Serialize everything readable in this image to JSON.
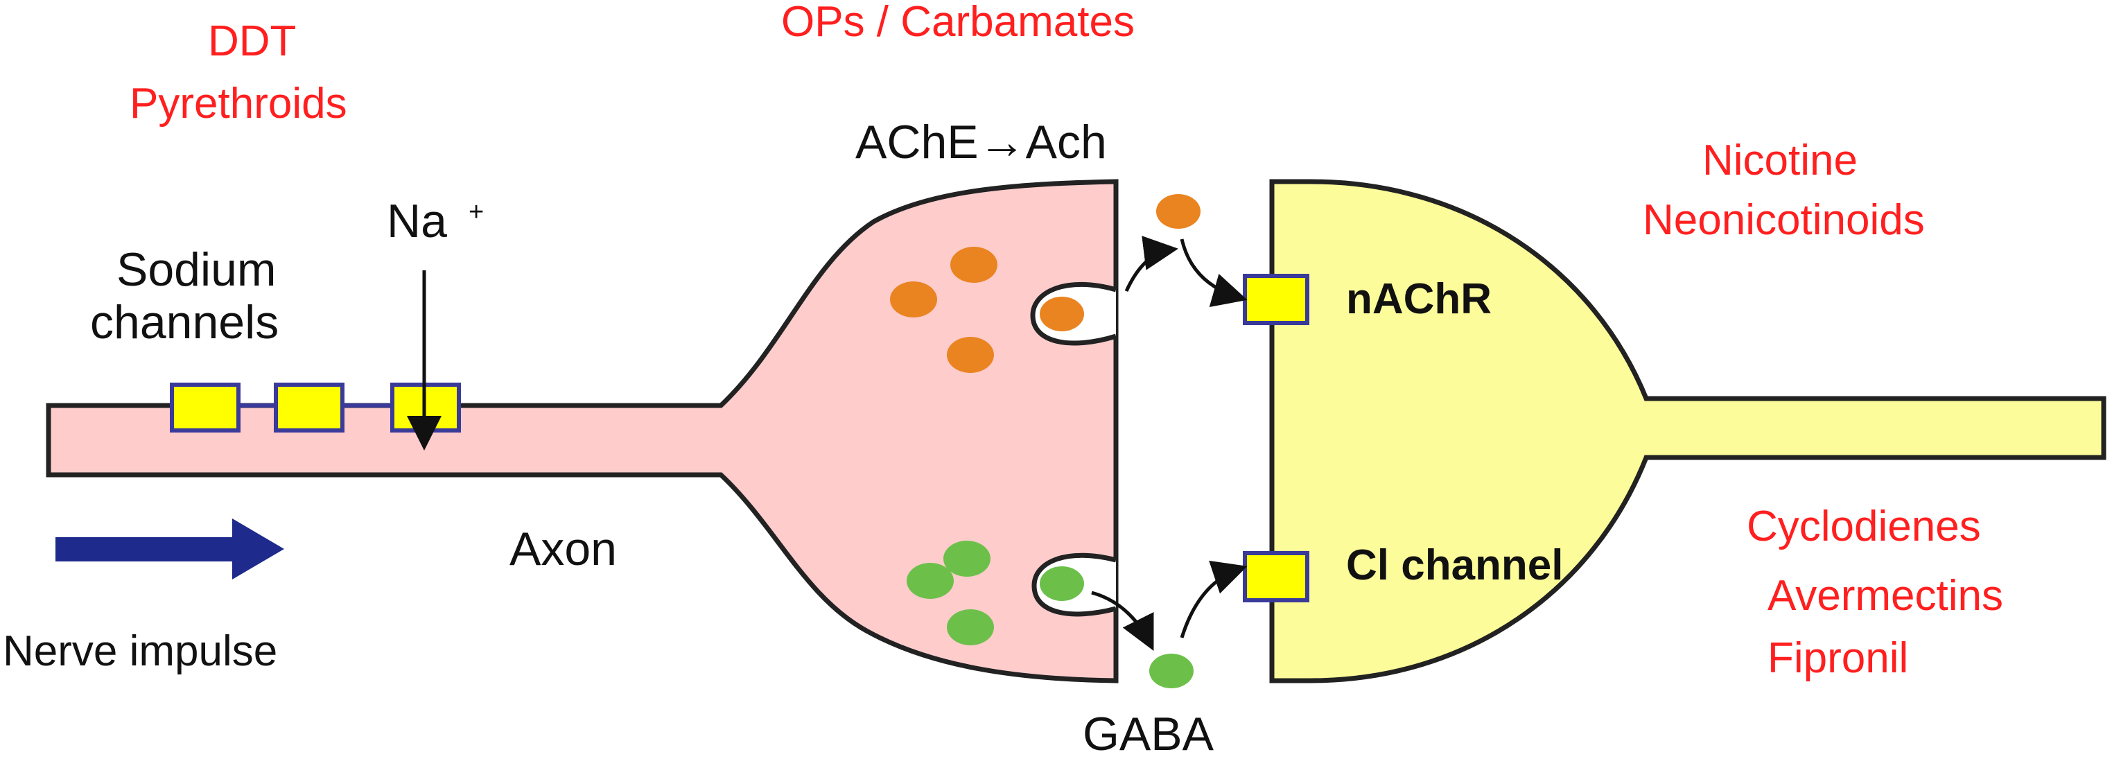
{
  "labels": {
    "ddt": "DDT",
    "pyrethroids": "Pyrethroids",
    "ops_carbamates": "OPs / Carbamates",
    "ache_arrow_ach": "AChE→Ach",
    "nicotine": "Nicotine",
    "neonicotinoids": "Neonicotinoids",
    "na": "Na",
    "na_superscript": "+",
    "sodium": "Sodium",
    "channels": "channels",
    "nachr": "nAChR",
    "axon": "Axon",
    "cl_channel": "Cl channel",
    "nerve_impulse": "Nerve impulse",
    "gaba": "GABA",
    "cyclodienes": "Cyclodienes",
    "avermectins": "Avermectins",
    "fipronil": "Fipronil"
  },
  "colors": {
    "insecticide_text": "#ff1f1f",
    "presynaptic_fill": "#ffcccc",
    "postsynaptic_fill": "#fcfc9a",
    "channel_fill": "#ffff00",
    "channel_border": "#3a3a9a",
    "ach_dot": "#e98420",
    "gaba_dot": "#6cc04a",
    "impulse_arrow": "#1e2a8c",
    "outline": "#222222"
  },
  "icons": {
    "impulse": "right-arrow-icon"
  }
}
